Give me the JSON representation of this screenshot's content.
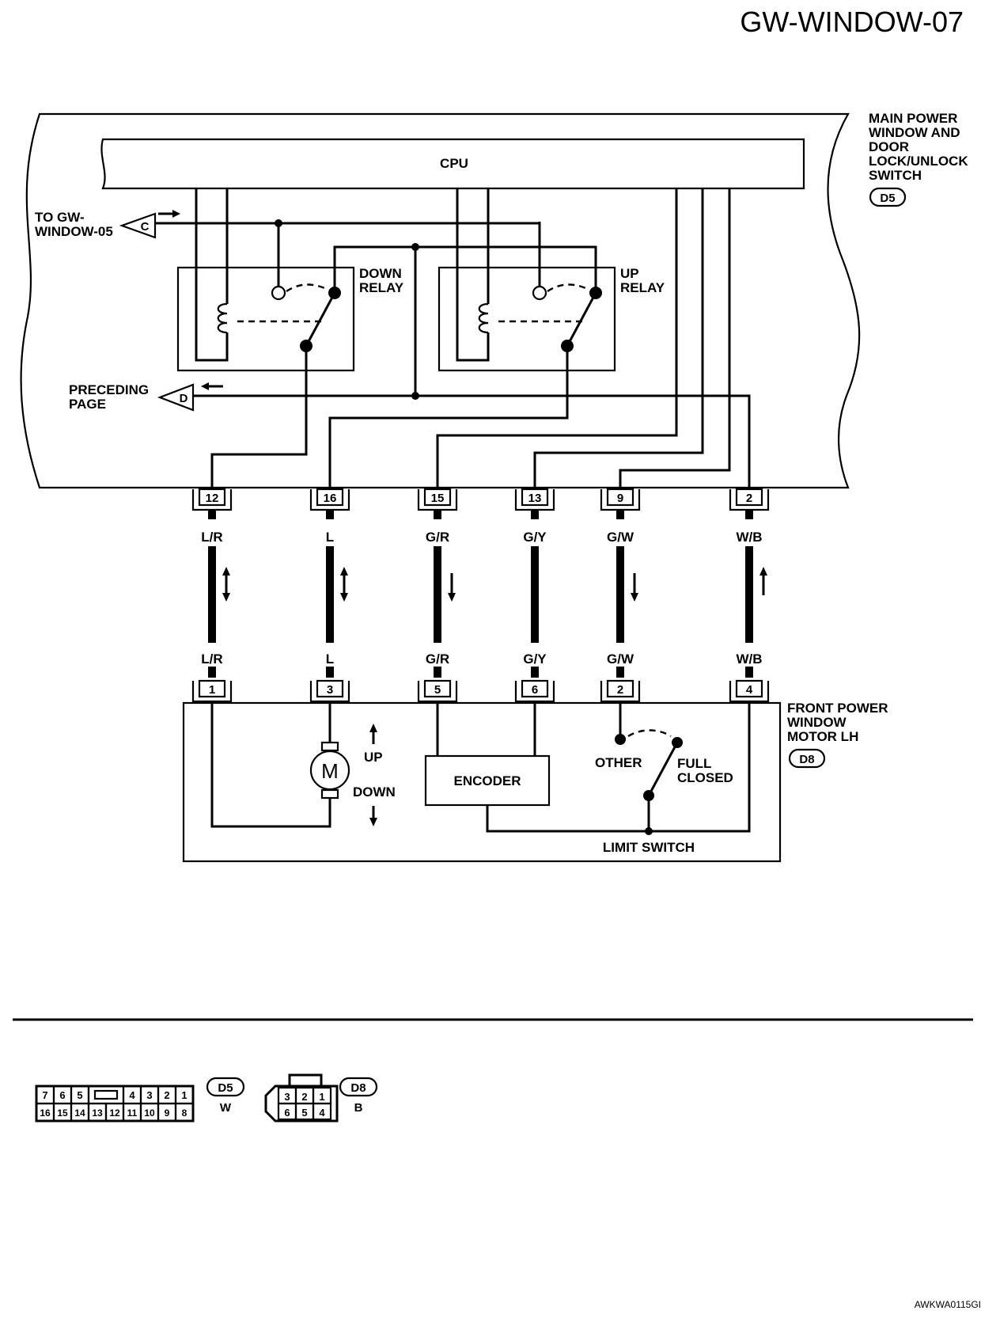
{
  "page_id": "GW-WINDOW-07",
  "figure_id": "AWKWA0115GI",
  "switch_unit": {
    "name_lines": [
      "MAIN POWER",
      "WINDOW AND",
      "DOOR",
      "LOCK/UNLOCK",
      "SWITCH"
    ],
    "connector": "D5"
  },
  "cpu_label": "CPU",
  "down_relay": [
    "DOWN",
    "RELAY"
  ],
  "up_relay": [
    "UP",
    "RELAY"
  ],
  "to_gw": {
    "lines": [
      "TO GW-",
      "WINDOW-05"
    ],
    "tag": "C"
  },
  "preceding": {
    "lines": [
      "PRECEDING",
      "PAGE"
    ],
    "tag": "D"
  },
  "circuits": [
    {
      "top_pin": "12",
      "top_color": "L/R",
      "bottom_color": "L/R",
      "bottom_pin": "1",
      "flow": "both"
    },
    {
      "top_pin": "16",
      "top_color": "L",
      "bottom_color": "L",
      "bottom_pin": "3",
      "flow": "both"
    },
    {
      "top_pin": "15",
      "top_color": "G/R",
      "bottom_color": "G/R",
      "bottom_pin": "5",
      "flow": "down"
    },
    {
      "top_pin": "13",
      "top_color": "G/Y",
      "bottom_color": "G/Y",
      "bottom_pin": "6",
      "flow": "none"
    },
    {
      "top_pin": "9",
      "top_color": "G/W",
      "bottom_color": "G/W",
      "bottom_pin": "2",
      "flow": "down"
    },
    {
      "top_pin": "2",
      "top_color": "W/B",
      "bottom_color": "W/B",
      "bottom_pin": "4",
      "flow": "up"
    }
  ],
  "motor_unit": {
    "name_lines": [
      "FRONT POWER",
      "WINDOW",
      "MOTOR LH"
    ],
    "connector": "D8",
    "motor_symbol": "M",
    "up_label": "UP",
    "down_label": "DOWN",
    "encoder_label": "ENCODER",
    "limit_switch_label": "LIMIT SWITCH",
    "other_label": "OTHER",
    "full_closed_lines": [
      "FULL",
      "CLOSED"
    ]
  },
  "connector_d5": {
    "code": "D5",
    "color": "W",
    "top_row": [
      "7",
      "6",
      "5",
      "",
      "4",
      "3",
      "2",
      "1"
    ],
    "bottom_row": [
      "16",
      "15",
      "14",
      "13",
      "12",
      "11",
      "10",
      "9",
      "8"
    ]
  },
  "connector_d8": {
    "code": "D8",
    "color": "B",
    "top_row": [
      "3",
      "2",
      "1"
    ],
    "bottom_row": [
      "6",
      "5",
      "4"
    ]
  },
  "icons": {
    "relay_coil": "coil-icon",
    "motor": "motor-icon",
    "switch_contact": "switch-contact-icon",
    "flow_arrow": "arrow-icon",
    "page_link": "triangle-connector-icon"
  }
}
